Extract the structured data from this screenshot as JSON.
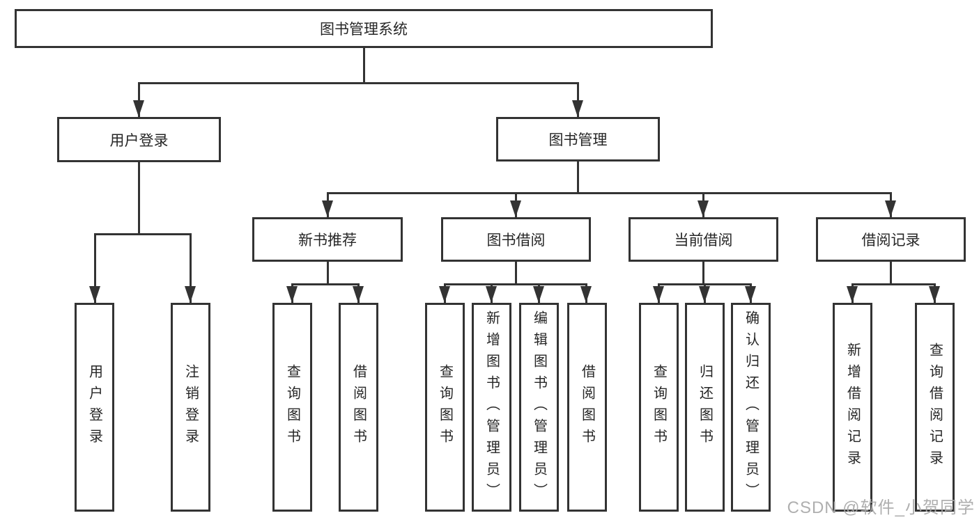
{
  "diagram": {
    "title": "图书管理系统",
    "nodes": {
      "root": "图书管理系统",
      "user_login": "用户登录",
      "book_mgmt": "图书管理",
      "new_rec": "新书推荐",
      "book_borrow": "图书借阅",
      "current_borrow": "当前借阅",
      "borrow_records": "借阅记录",
      "leaves": {
        "user_login": "用户登录",
        "logout": "注销登录",
        "rec_query": "查询图书",
        "rec_borrow": "借阅图书",
        "bb_query": "查询图书",
        "bb_add": "新增图书（管理员）",
        "bb_edit": "编辑图书（管理员）",
        "bb_borrow": "借阅图书",
        "cb_query": "查询图书",
        "cb_return": "归还图书",
        "cb_confirm": "确认归还（管理员）",
        "br_add": "新增借阅记录",
        "br_query": "查询借阅记录"
      }
    }
  },
  "watermark": "CSDN @软件_小贺同学",
  "colors": {
    "line": "#333333",
    "text": "#262626",
    "watermark": "#a8a8a8",
    "background": "#ffffff"
  }
}
